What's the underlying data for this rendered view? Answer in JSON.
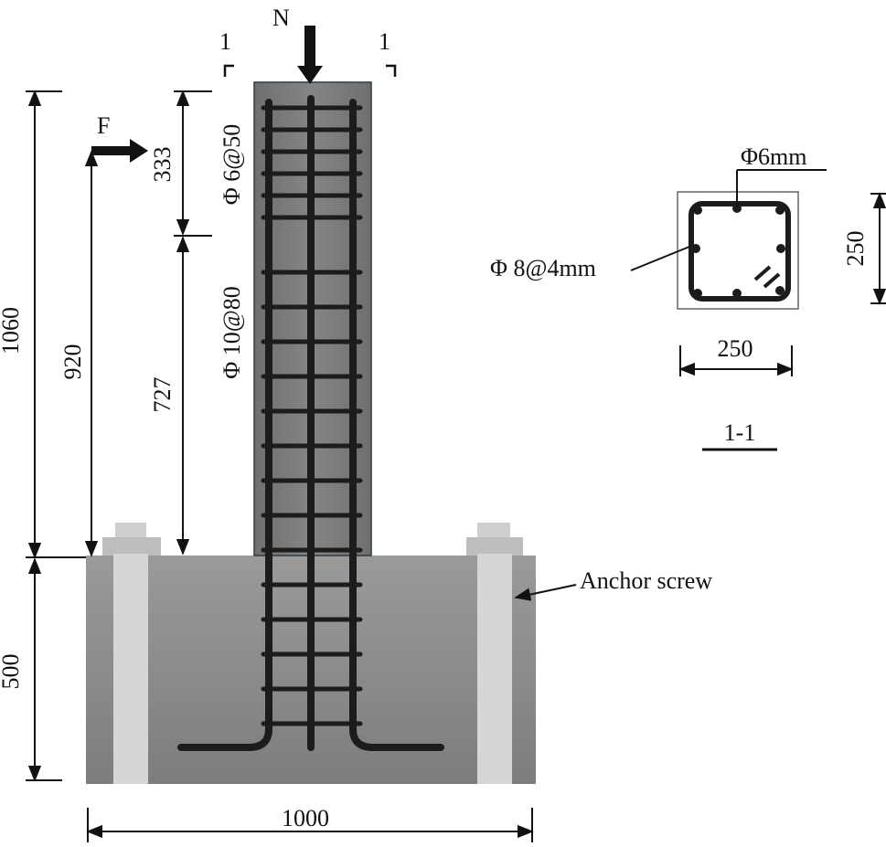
{
  "labels": {
    "axial_load": "N",
    "lateral_load": "F",
    "section_mark_left": "1",
    "section_mark_right": "1",
    "stirrup_top": "Φ 6@50",
    "stirrup_lower": "Φ 10@80",
    "dim_333": "333",
    "dim_727": "727",
    "dim_920": "920",
    "dim_1060": "1060",
    "dim_500": "500",
    "dim_1000": "1000",
    "anchor": "Anchor screw",
    "section_bar": "Φ6mm",
    "section_stirrup": "Φ 8@4mm",
    "section_width": "250",
    "section_height": "250",
    "section_title": "1-1"
  },
  "colors": {
    "column": "#7a7a7a",
    "foundation": "#8c8c8c",
    "bolt": "#d4d4d4",
    "rebar": "#1c1c1c",
    "line": "#111111"
  }
}
